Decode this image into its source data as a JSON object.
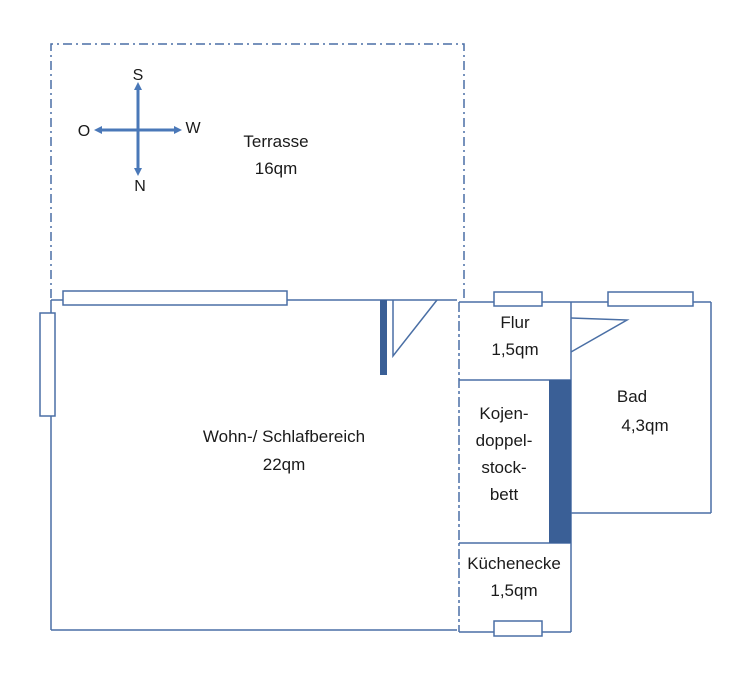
{
  "colors": {
    "wall": "#4a6fa5",
    "accent": "#3a5f96",
    "window_fill": "#ffffff",
    "text": "#1a1a1a"
  },
  "compass": {
    "north": "N",
    "south": "S",
    "east": "O",
    "west": "W"
  },
  "rooms": {
    "terrace": {
      "name": "Terrasse",
      "area": "16qm"
    },
    "living": {
      "name": "Wohn-/ Schlafbereich",
      "area": "22qm"
    },
    "hall": {
      "name": "Flur",
      "area": "1,5qm"
    },
    "bunk": {
      "line1": "Kojen-",
      "line2": "doppel-",
      "line3": "stock-",
      "line4": "bett"
    },
    "bath": {
      "name": "Bad",
      "area": "4,3qm"
    },
    "kitchen": {
      "name": "Küchenecke",
      "area": "1,5qm"
    }
  }
}
